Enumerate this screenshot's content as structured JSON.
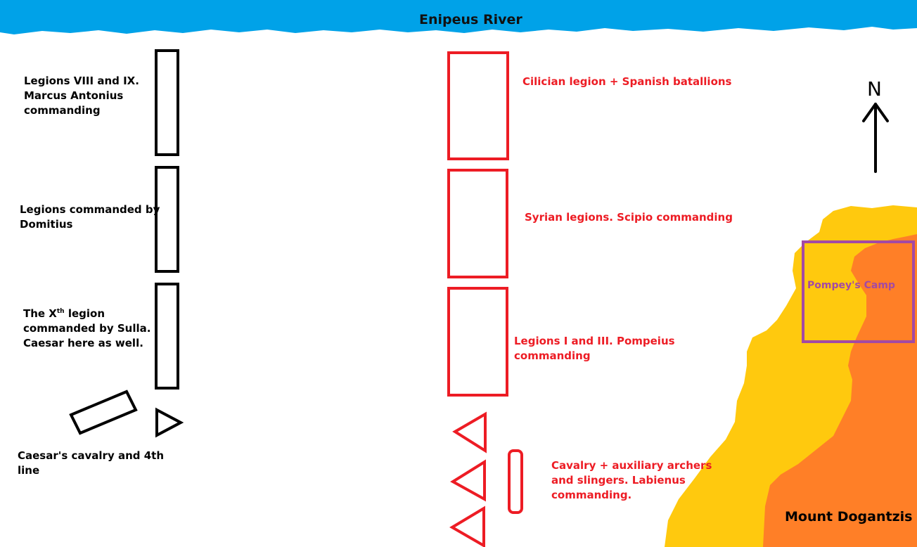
{
  "map": {
    "river": {
      "label": "Enipeus River",
      "color": "#00a2e8"
    },
    "north_label": "N",
    "colors": {
      "caesar": "#000000",
      "pompey": "#ed1c24",
      "mountain_slope": "#ffc90e",
      "mountain_peak": "#ff7f27",
      "camp": "#a349a4"
    },
    "caesar_forces": [
      {
        "id": "antonius",
        "lines": [
          "Legions VIII and IX.",
          "Marcus Antonius",
          "commanding"
        ]
      },
      {
        "id": "domitius",
        "lines": [
          "Legions commanded by",
          "Domitius"
        ]
      },
      {
        "id": "tenth",
        "line1_pre": "The X",
        "line1_sup": "th",
        "line1_post": " legion",
        "lines": [
          "commanded by Sulla.",
          "Caesar here as well."
        ]
      },
      {
        "id": "cavalry",
        "lines": [
          "Caesar's cavalry and 4th",
          "line"
        ]
      }
    ],
    "pompey_forces": [
      {
        "id": "cilician",
        "lines": [
          "Cilician legion + Spanish batallions"
        ]
      },
      {
        "id": "syrian",
        "lines": [
          "Syrian legions. Scipio commanding"
        ]
      },
      {
        "id": "pompeius",
        "lines": [
          "Legions I and III. Pompeius",
          "commanding"
        ]
      },
      {
        "id": "labienus",
        "lines": [
          "Cavalry + auxiliary archers",
          "and slingers. Labienus",
          "commanding."
        ]
      }
    ],
    "camp_label": "Pompey's Camp",
    "mountain_label": "Mount Dogantzis"
  }
}
